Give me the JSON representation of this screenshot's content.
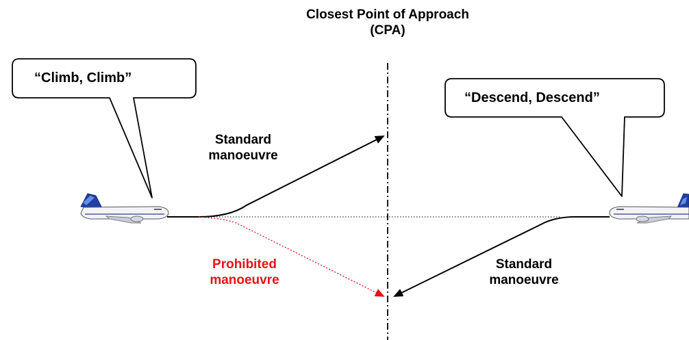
{
  "title": {
    "line1": "Closest Point of Approach",
    "line2": "(CPA)"
  },
  "bubbles": {
    "left": "“Climb, Climb”",
    "right": "“Descend, Descend”"
  },
  "labels": {
    "standard_left": {
      "line1": "Standard",
      "line2": "manoeuvre"
    },
    "prohibited": {
      "line1": "Prohibited",
      "line2": "manoeuvre"
    },
    "standard_right": {
      "line1": "Standard",
      "line2": "manoeuvre"
    }
  },
  "colors": {
    "standard": "#000000",
    "prohibited": "#e8111a",
    "aircraft_tail": "#1f3fa8",
    "aircraft_body": "#f4f4f6"
  }
}
